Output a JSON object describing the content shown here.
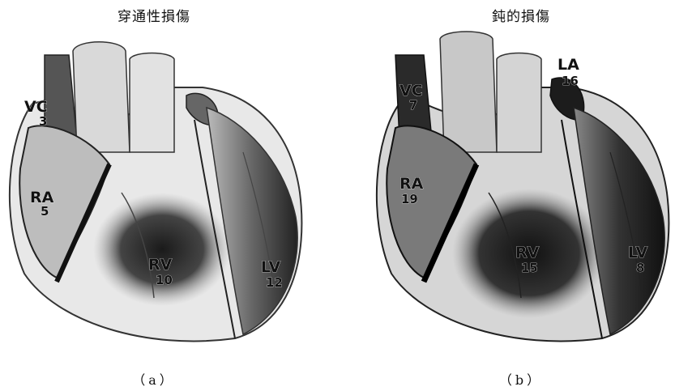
{
  "panels": [
    {
      "title": "穿通性損傷",
      "caption": "（a）",
      "regions": {
        "vc": {
          "label": "VC",
          "value": "3"
        },
        "ra": {
          "label": "RA",
          "value": "5"
        },
        "rv": {
          "label": "RV",
          "value": "10"
        },
        "lv": {
          "label": "LV",
          "value": "12"
        }
      }
    },
    {
      "title": "鈍的損傷",
      "caption": "（b）",
      "regions": {
        "vc": {
          "label": "VC",
          "value": "7"
        },
        "la": {
          "label": "LA",
          "value": "16"
        },
        "ra": {
          "label": "RA",
          "value": "19"
        },
        "rv": {
          "label": "RV",
          "value": "15"
        },
        "lv": {
          "label": "LV",
          "value": "8"
        }
      }
    }
  ],
  "colors": {
    "ink": "#1a1a1a",
    "shade": "#3a3a3a",
    "light": "#cfcfcf",
    "paper": "#ffffff"
  }
}
